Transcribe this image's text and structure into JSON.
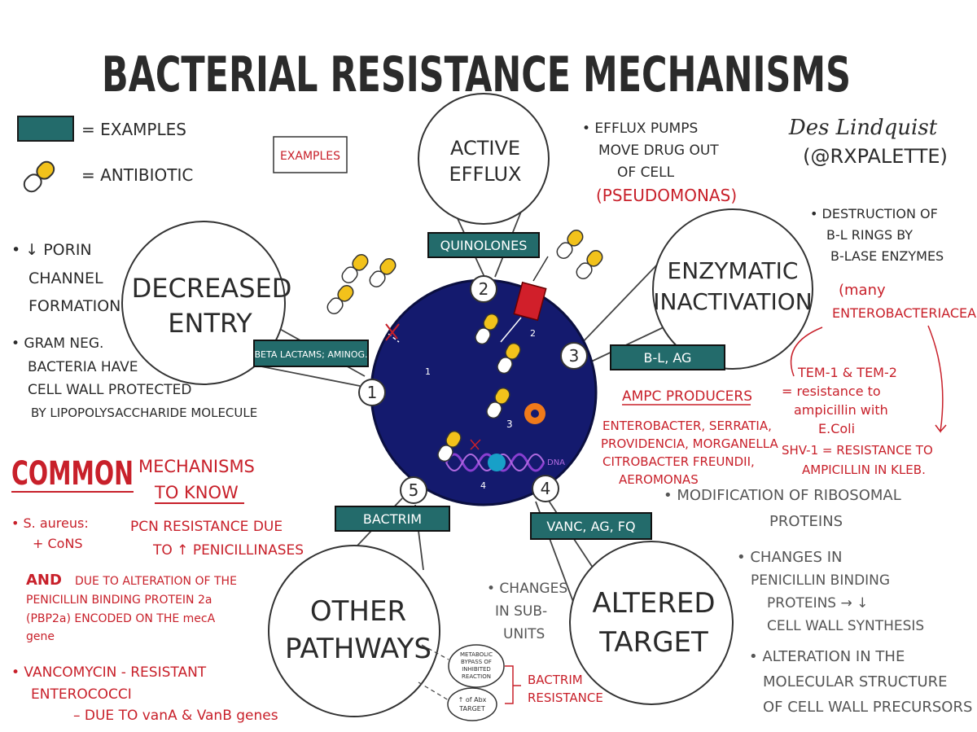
{
  "title": "BACTERIAL RESISTANCE MECHANISMS",
  "author": {
    "signature": "Des Lindquist",
    "handle": "(@RXPALETTE)"
  },
  "legend": {
    "examples": "= EXAMPLES",
    "antibiotic": "= ANTIBIOTIC",
    "examples_box": "EXAMPLES"
  },
  "colors": {
    "teal": "#236b6b",
    "red": "#c8202a",
    "cell": "#141a6e",
    "capsule_yellow": "#f2c21b"
  },
  "mechanisms": {
    "efflux": {
      "number": "2",
      "title": [
        "ACTIVE",
        "EFFLUX"
      ],
      "example": "QUINOLONES"
    },
    "entry": {
      "number": "1",
      "title": [
        "DECREASED",
        "ENTRY"
      ],
      "example": "BETA LACTAMS; AMINOG."
    },
    "enzymatic": {
      "number": "3",
      "title": [
        "ENZYMATIC",
        "INACTIVATION"
      ],
      "example": "B-L, AG"
    },
    "target": {
      "number": "4",
      "title": [
        "ALTERED",
        "TARGET"
      ],
      "example": "VANC, AG, FQ"
    },
    "other": {
      "number": "5",
      "title": [
        "OTHER",
        "PATHWAYS"
      ],
      "example": "BACTRIM"
    }
  },
  "cell_labels": {
    "n1": "1",
    "n2": "2",
    "n3": "3",
    "n4": "4",
    "dna": "DNA"
  },
  "notes": {
    "efflux": [
      "• EFFLUX PUMPS",
      "MOVE DRUG OUT",
      "OF CELL"
    ],
    "efflux_example": "(PSEUDOMONAS)",
    "porin": [
      "• ↓ PORIN",
      "CHANNEL",
      "FORMATION"
    ],
    "gram": [
      "• GRAM NEG.",
      "BACTERIA HAVE",
      "CELL WALL PROTECTED",
      "BY LIPOPOLYSACCHARIDE MOLECULE"
    ],
    "destruction": [
      "• DESTRUCTION OF",
      "B-L RINGS BY",
      "B-LASE ENZYMES"
    ],
    "many": [
      "(many",
      "ENTEROBACTERIACEAE)"
    ],
    "tem": [
      "TEM-1 & TEM-2",
      "= resistance to",
      "ampicillin with",
      "E.Coli"
    ],
    "shv": [
      "SHV-1 = RESISTANCE TO",
      "AMPICILLIN IN KLEB."
    ],
    "ampc_title": "AMPC PRODUCERS",
    "ampc": [
      "ENTEROBACTER, SERRATIA,",
      "PROVIDENCIA, MORGANELLA",
      "CITROBACTER FREUNDII,",
      "AEROMONAS"
    ],
    "target_notes": [
      [
        "• MODIFICATION OF RIBOSOMAL",
        "PROTEINS"
      ],
      [
        "• CHANGES IN",
        "PENICILLIN BINDING",
        "PROTEINS → ↓",
        "CELL WALL SYNTHESIS"
      ],
      [
        "• ALTERATION IN THE",
        "MOLECULAR STRUCTURE",
        "OF CELL WALL PRECURSORS"
      ]
    ],
    "subunits": [
      "• CHANGES",
      "IN SUB-",
      "UNITS"
    ],
    "metabolic": [
      "METABOLIC",
      "BYPASS OF",
      "INHIBITED",
      "REACTION"
    ],
    "abx_target": [
      "↑ of Abx",
      "TARGET"
    ],
    "bactrim_res": [
      "BACTRIM",
      "RESISTANCE"
    ]
  },
  "common": {
    "heading_red": "COMMON",
    "heading_rest": [
      "MECHANISMS",
      "TO KNOW"
    ],
    "saureus_label": [
      "• S. aureus:",
      "+ CoNS"
    ],
    "saureus_text": [
      "PCN RESISTANCE DUE",
      "TO ↑ PENICILLINASES"
    ],
    "and_word": "AND",
    "and_text": [
      "DUE TO ALTERATION OF THE",
      "PENICILLIN BINDING PROTEIN 2a",
      "(PBP2a) ENCODED ON THE mecA",
      "gene"
    ],
    "vre": [
      "• VANCOMYCIN - RESISTANT",
      "ENTEROCOCCI"
    ],
    "vre_due": "– DUE TO vanA & VanB genes"
  }
}
